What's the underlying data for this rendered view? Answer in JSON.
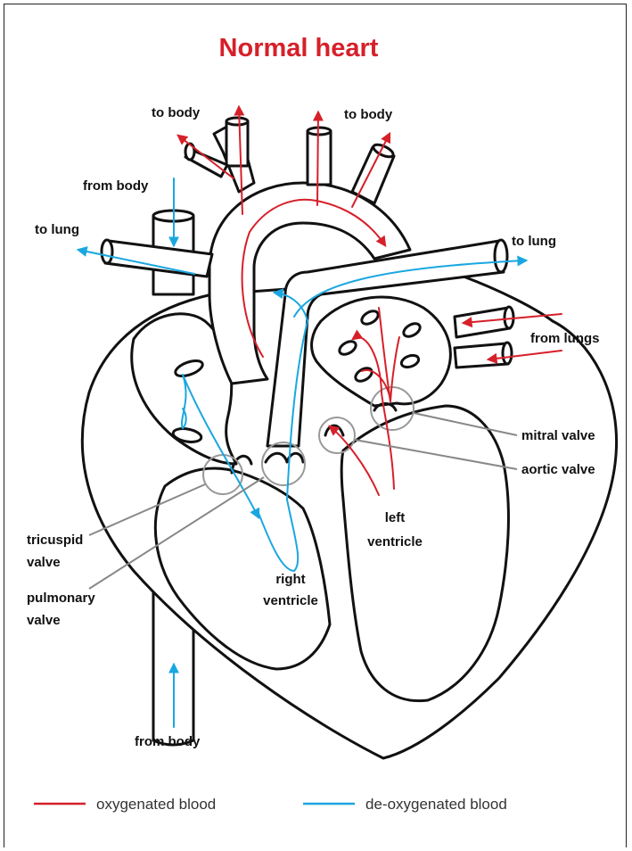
{
  "title": "Normal heart",
  "colors": {
    "oxygenated": "#d6202a",
    "deoxygenated": "#1aa7e0",
    "outline": "#111111",
    "valve_circle": "#999999"
  },
  "labels": {
    "to_body_left": "to body",
    "to_body_right": "to body",
    "from_body_top": "from body",
    "to_lung_left": "to lung",
    "to_lung_right": "to lung",
    "from_lungs": "from lungs",
    "mitral_valve": "mitral valve",
    "aortic_valve": "aortic valve",
    "left_ventricle_line1": "left",
    "left_ventricle_line2": "ventricle",
    "tricuspid_line1": "tricuspid",
    "tricuspid_line2": "valve",
    "pulmonary_line1": "pulmonary",
    "pulmonary_line2": "valve",
    "right_ventricle_line1": "right",
    "right_ventricle_line2": "ventricle",
    "from_body_bottom": "from body"
  },
  "legend": {
    "oxygenated": "oxygenated blood",
    "deoxygenated": "de-oxygenated blood"
  }
}
